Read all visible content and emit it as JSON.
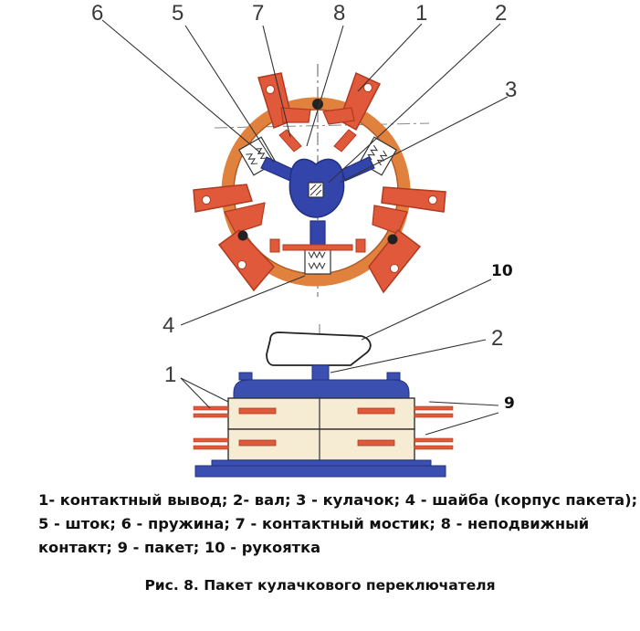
{
  "diagram": {
    "top_view": {
      "callouts": [
        "6",
        "5",
        "7",
        "8",
        "1",
        "2",
        "3",
        "4"
      ]
    },
    "side_view": {
      "callouts": [
        "10",
        "2",
        "1",
        "9"
      ]
    }
  },
  "legend": {
    "lines": [
      "1- контактный вывод; 2- вал; 3 - кулачок; 4 - шайба (корпус пакета);",
      "5 - шток; 6 - пружина; 7 - контактный мостик; 8 - неподвижный",
      "контакт; 9 - пакет; 10 - рукоятка"
    ]
  },
  "caption": "Рис. 8. Пакет кулачкового переключателя",
  "colors": {
    "contact": "#e0593a",
    "contact_outline": "#b03a20",
    "ring": "#e0813e",
    "cam": "#3344aa",
    "base": "#3a4fb0",
    "body": "#f6ecd4",
    "leader": "#333333"
  }
}
